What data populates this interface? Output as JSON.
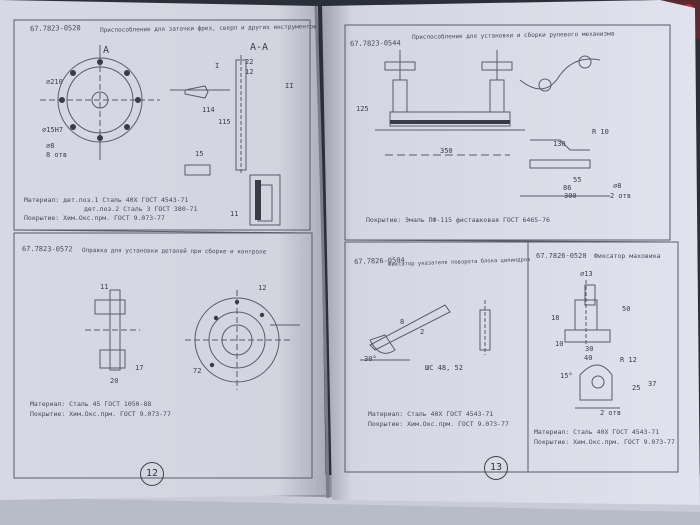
{
  "left_page": {
    "number": "12",
    "sections": [
      {
        "code": "67.7823-0520",
        "title": "Приспособление для заточки фрез, сверл и других инструментов",
        "material": [
          "Материал: дет.поз.1 Сталь 40Х ГОСТ 4543-71",
          "дет.поз.2 Сталь 3 ГОСТ 380-71"
        ],
        "coating": "Покрытие: Хим.Окс.прм. ГОСТ 9.073-77",
        "labels": [
          "A",
          "A-A",
          "I",
          "II",
          "⌀210",
          "⌀15H7",
          "⌀8",
          "8 отв",
          "22",
          "12",
          "114",
          "115",
          "15",
          "11"
        ]
      },
      {
        "code": "67.7823-0572",
        "title": "Оправка для установки деталей при сборке и контроле",
        "material": "Материал: Сталь 45 ГОСТ 1050-88",
        "coating": "Покрытие: Хим.Окс.прм. ГОСТ 9.073-77",
        "labels": [
          "12",
          "11",
          "20",
          "17",
          "72"
        ]
      }
    ]
  },
  "right_page": {
    "number": "13",
    "sections": [
      {
        "code": "67.7823-0544",
        "title": "Приспособление для установки и сборки рулевого механизма",
        "coating": "Покрытие: Эмаль ПФ-115 фисташковая ГОСТ 6465-76",
        "labels": [
          "125",
          "350",
          "R 10",
          "130",
          "55",
          "86",
          "300",
          "⌀8",
          "2 отв"
        ]
      },
      {
        "code": "67.7826-0504",
        "title": "Фиксатор указателя поворота блока цилиндров",
        "material": "Материал: Сталь 40Х ГОСТ 4543-71",
        "coating": "Покрытие: Хим.Окс.прм. ГОСТ 9.073-77",
        "labels": [
          "8",
          "2",
          "30°",
          "ШС 48, 52"
        ]
      },
      {
        "code": "67.7826-0520",
        "title": "Фиксатор маховика",
        "material": "Материал: Сталь 40Х ГОСТ 4543-71",
        "coating": "Покрытие: Хим.Окс.прм. ГОСТ 9.073-77",
        "labels": [
          "⌀13",
          "18",
          "50",
          "30",
          "10",
          "40",
          "R 12",
          "15°",
          "25",
          "37",
          "2 отв"
        ]
      }
    ]
  }
}
